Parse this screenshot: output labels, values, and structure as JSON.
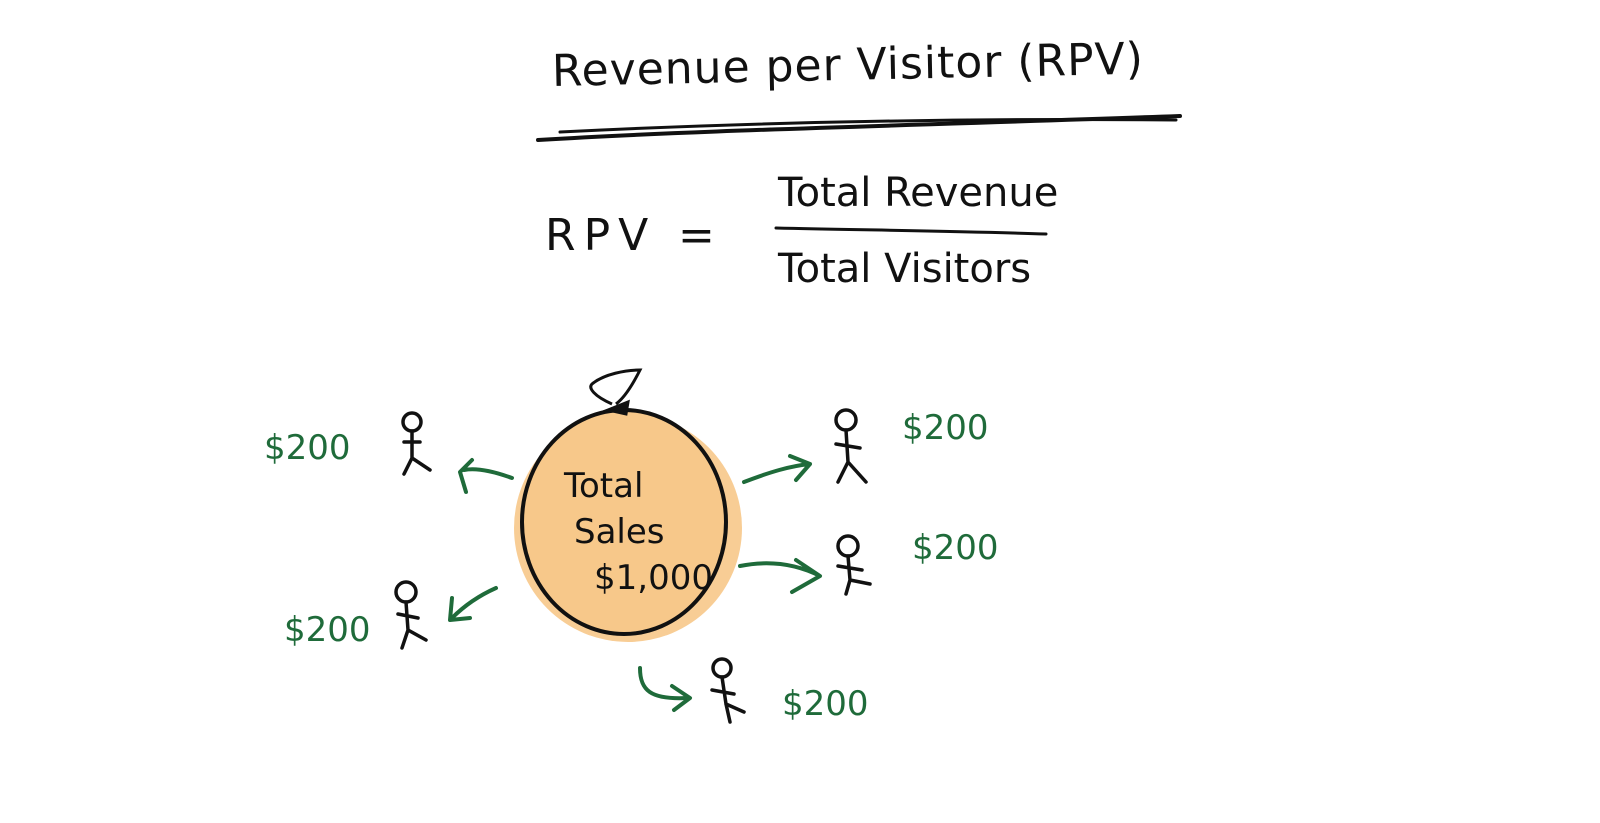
{
  "title": "Revenue per Visitor (RPV)",
  "formula": {
    "lhs": "RPV",
    "equals": "=",
    "numerator": "Total Revenue",
    "denominator": "Total Visitors"
  },
  "center": {
    "line1": "Total",
    "line2": "Sales",
    "amount": "$1,000"
  },
  "visitors": [
    {
      "amount": "$200"
    },
    {
      "amount": "$200"
    },
    {
      "amount": "$200"
    },
    {
      "amount": "$200"
    },
    {
      "amount": "$200"
    }
  ],
  "colors": {
    "ink": "#111111",
    "money": "#1f6b3a",
    "bag": "#f7c88a"
  }
}
